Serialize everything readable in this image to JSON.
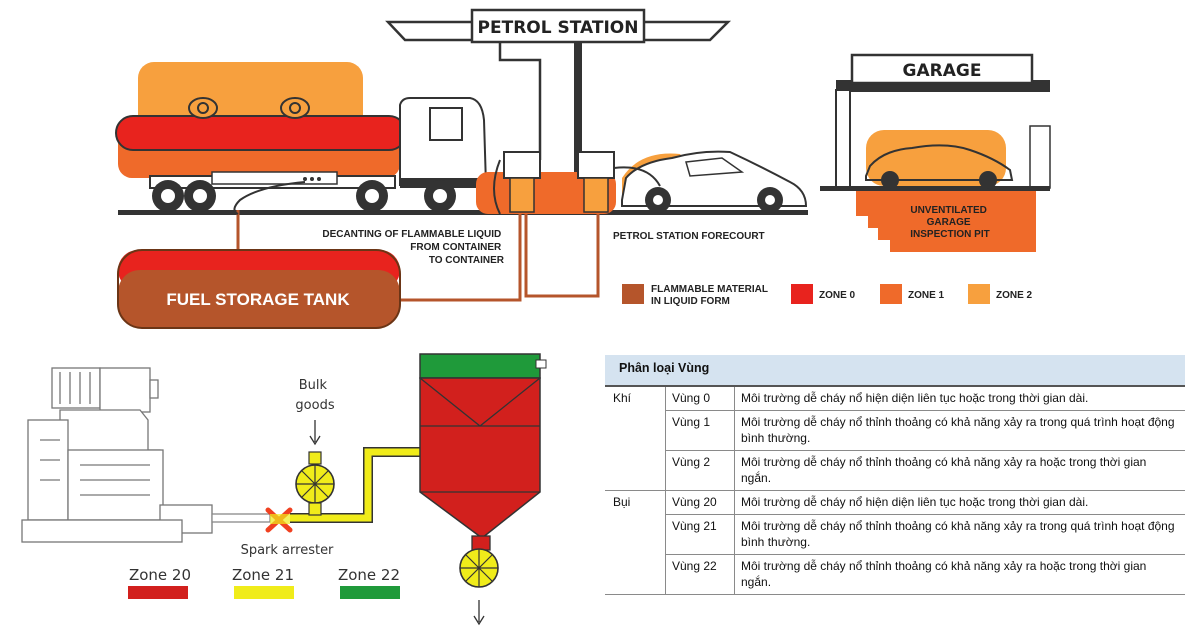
{
  "hazard_diagram": {
    "petrol_station_sign": "PETROL STATION",
    "garage_sign": "GARAGE",
    "decanting_label": [
      "DECANTING OF FLAMMABLE LIQUID",
      "FROM CONTAINER",
      "TO CONTAINER"
    ],
    "forecourt_label": "PETROL STATION FORECOURT",
    "pit_label": [
      "UNVENTILATED",
      "GARAGE",
      "INSPECTION PIT"
    ],
    "storage_tank_label": "FUEL STORAGE TANK",
    "legend": [
      {
        "label": [
          "FLAMMABLE MATERIAL",
          "IN LIQUID FORM"
        ],
        "color": "#b5552b"
      },
      {
        "label": [
          "ZONE 0"
        ],
        "color": "#e8231e"
      },
      {
        "label": [
          "ZONE 1"
        ],
        "color": "#ef6a2a"
      },
      {
        "label": [
          "ZONE 2"
        ],
        "color": "#f7a03e"
      }
    ]
  },
  "dust_diagram": {
    "bulk_label": [
      "Bulk",
      "goods"
    ],
    "spark_label": "Spark arrester",
    "legend": [
      {
        "label": "Zone 20",
        "color": "#d2201d"
      },
      {
        "label": "Zone 21",
        "color": "#f0ec1a"
      },
      {
        "label": "Zone 22",
        "color": "#1f9a3a"
      }
    ]
  },
  "zone_table": {
    "title": "Phân loại Vùng",
    "groups": [
      {
        "category": "Khí",
        "rows": [
          {
            "zone": "Vùng 0",
            "desc": "Môi trường dễ cháy nổ hiện diện liên tục hoặc trong thời gian dài."
          },
          {
            "zone": "Vùng 1",
            "desc": "Môi trường dễ cháy nổ thỉnh thoảng có khả năng xảy ra trong quá trình hoạt động bình thường."
          },
          {
            "zone": "Vùng 2",
            "desc": "Môi trường dễ cháy nổ thỉnh thoảng có khả năng xảy ra hoặc trong thời gian ngắn."
          }
        ]
      },
      {
        "category": "Bụi",
        "rows": [
          {
            "zone": "Vùng 20",
            "desc": "Môi trường dễ cháy nổ hiện diện liên tục hoặc trong thời gian dài."
          },
          {
            "zone": "Vùng 21",
            "desc": "Môi trường dễ cháy nổ thỉnh thoảng có khả năng xảy ra trong quá trình hoạt động bình thường."
          },
          {
            "zone": "Vùng 22",
            "desc": "Môi trường dễ cháy nổ thỉnh thoảng có khả năng xảy ra hoặc trong thời gian ngắn."
          }
        ]
      }
    ]
  }
}
